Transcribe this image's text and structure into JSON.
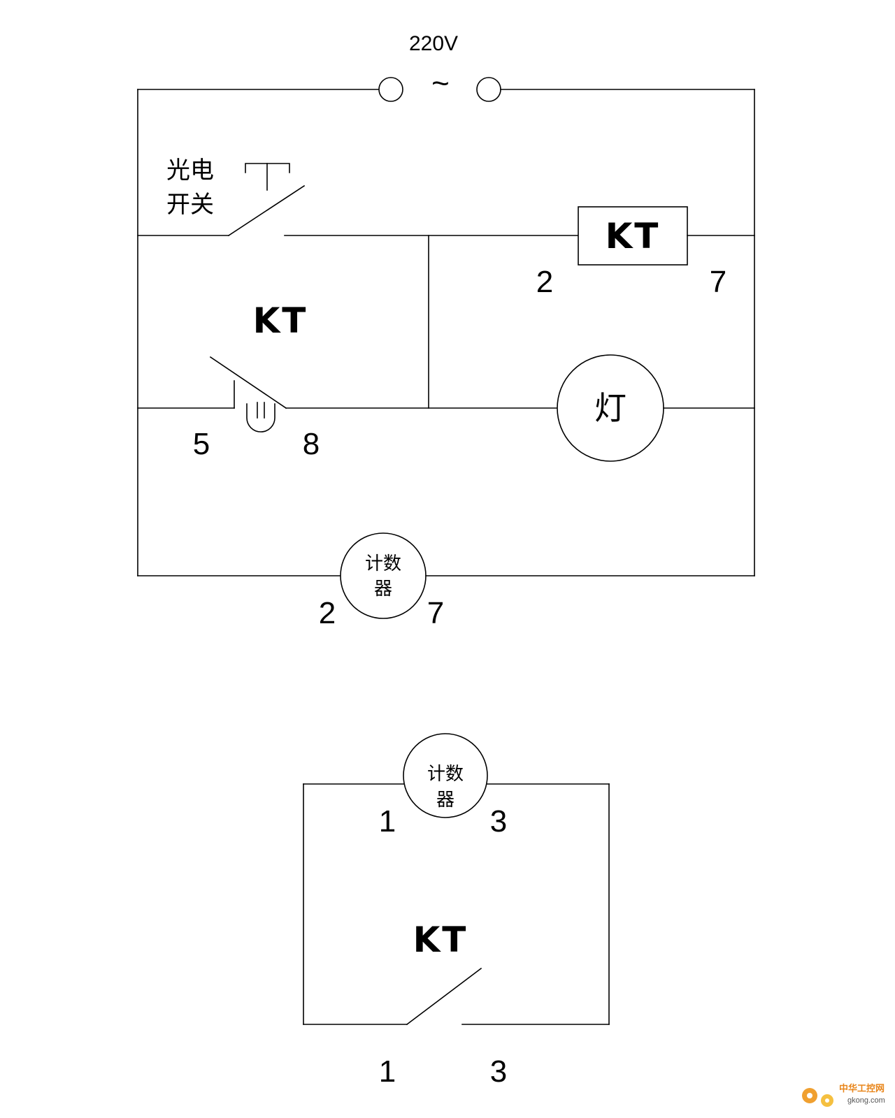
{
  "upper_circuit": {
    "supply_voltage": "220V",
    "ac_symbol": "~",
    "photo_switch_label_line1": "光电",
    "photo_switch_label_line2": "开关",
    "relay_coil_label": "KT",
    "relay_coil_pin_left": "2",
    "relay_coil_pin_right": "7",
    "relay_contact_label": "KT",
    "relay_contact_pin_left": "5",
    "relay_contact_pin_right": "8",
    "lamp_label": "灯",
    "counter_label_line1": "计数",
    "counter_label_line2": "器",
    "counter_pin_left": "2",
    "counter_pin_right": "7"
  },
  "lower_circuit": {
    "counter_label_line1": "计数",
    "counter_label_line2": "器",
    "counter_pin_left": "1",
    "counter_pin_right": "3",
    "relay_contact_label": "KT",
    "relay_contact_pin_left": "1",
    "relay_contact_pin_right": "3"
  },
  "watermark": {
    "text": "中华工控网",
    "domain": "gkong.com"
  },
  "colors": {
    "line": "#000000",
    "background": "#ffffff",
    "watermark": "#e8851a"
  }
}
